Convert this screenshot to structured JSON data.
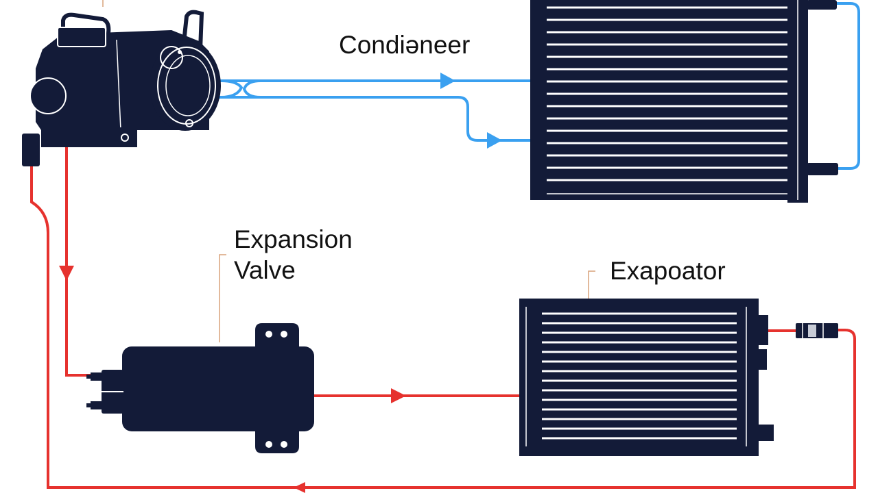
{
  "labels": {
    "condenser": "Condiəneer",
    "expansion_valve_line1": "Expansion",
    "expansion_valve_line2": "Valve",
    "evaporator": "Exapoator"
  },
  "colors": {
    "component": "#131b38",
    "high_pressure_line": "#3aa0f0",
    "low_pressure_line": "#e6322e",
    "leader_line": "#d9a27a",
    "background": "#ffffff",
    "detail": "#ffffff"
  }
}
